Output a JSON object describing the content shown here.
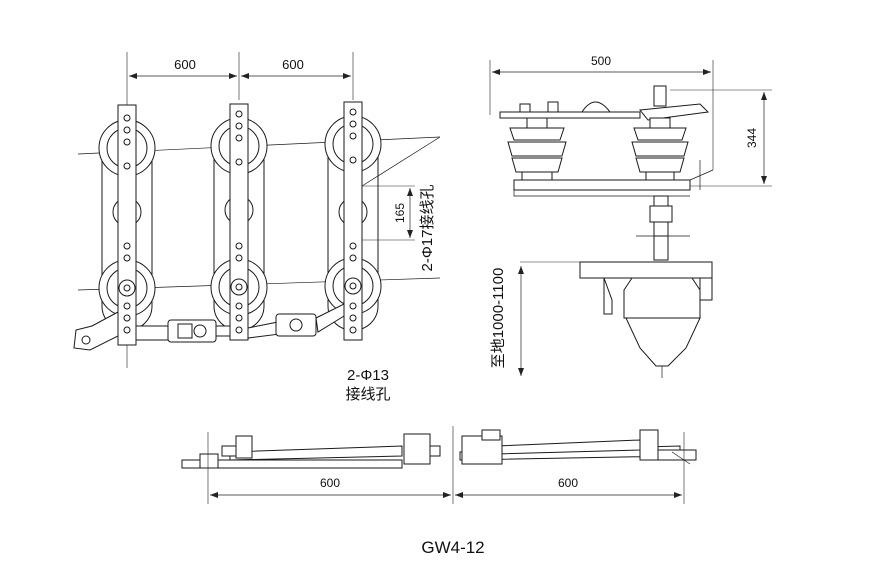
{
  "caption": "GW4-12",
  "front_view": {
    "dim_pole_spacing_1": "600",
    "dim_pole_spacing_2": "600",
    "dim_vertical": "165",
    "note_upper": "2-Φ17接线孔",
    "note_lower_line1": "2-Φ13",
    "note_lower_line2": "接线孔"
  },
  "side_view": {
    "dim_width": "500",
    "dim_height": "344",
    "ground_note": "至地1000-1100"
  },
  "plan_view": {
    "dim_left": "600",
    "dim_right": "600"
  }
}
